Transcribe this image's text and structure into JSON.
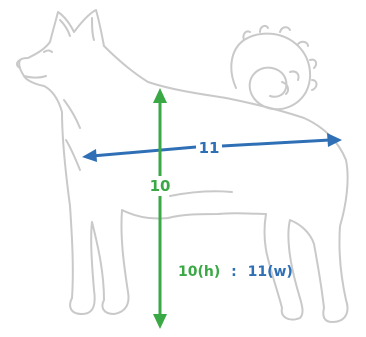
{
  "diagram": {
    "width_label": "11",
    "height_label": "10",
    "ratio": {
      "height_part": "10(h)",
      "separator": ":",
      "width_part": "11(w)"
    },
    "colors": {
      "outline": "#c9c9c9",
      "height_arrow": "#3aa844",
      "width_arrow": "#2f6fb5",
      "background": "#ffffff"
    }
  }
}
